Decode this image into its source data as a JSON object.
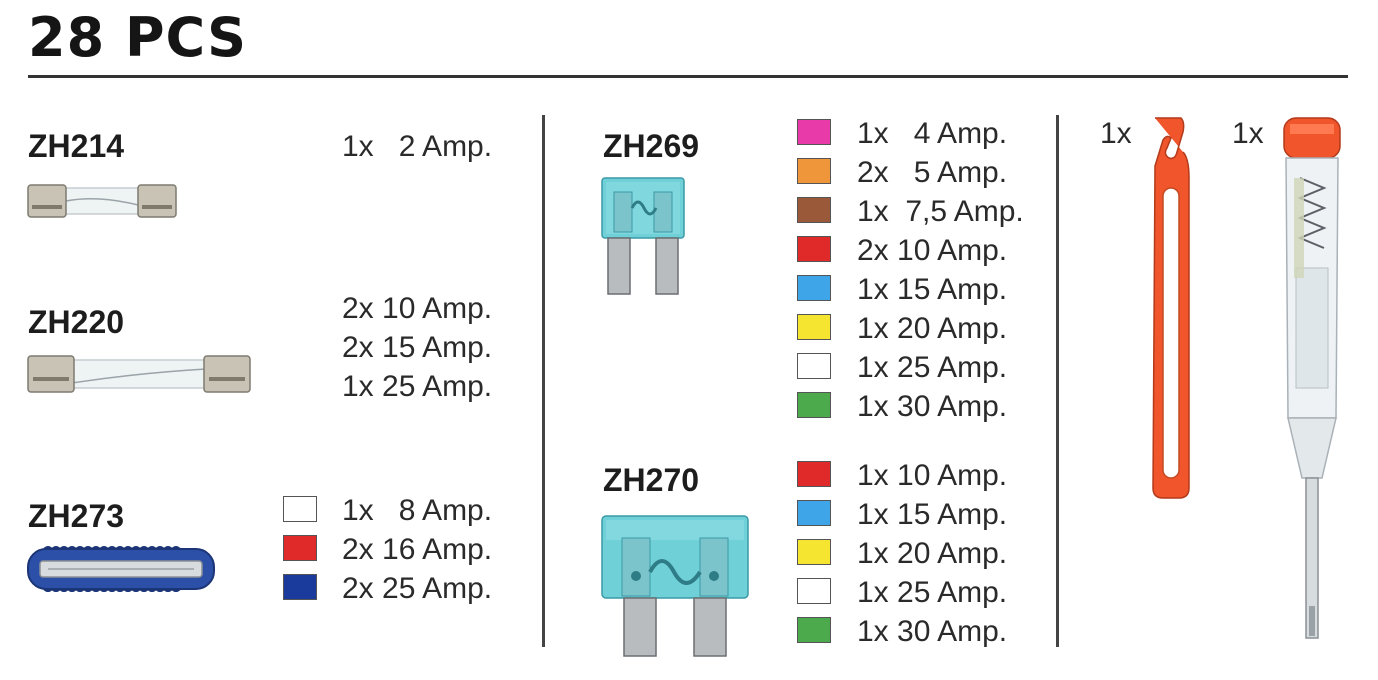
{
  "title": "28 PCS",
  "products": {
    "zh214": {
      "code": "ZH214",
      "lines": [
        "1x   2 Amp."
      ]
    },
    "zh220": {
      "code": "ZH220",
      "lines": [
        "2x 10 Amp.",
        "2x 15 Amp.",
        "1x 25 Amp."
      ]
    },
    "zh273": {
      "code": "ZH273",
      "items": [
        {
          "text": "1x   8 Amp.",
          "color": "#ffffff"
        },
        {
          "text": "2x 16 Amp.",
          "color": "#e02a2a"
        },
        {
          "text": "2x 25 Amp.",
          "color": "#1a3a9c"
        }
      ]
    },
    "zh269": {
      "code": "ZH269",
      "items": [
        {
          "text": "1x   4 Amp.",
          "color": "#e83aa8"
        },
        {
          "text": "2x   5 Amp.",
          "color": "#f0963a"
        },
        {
          "text": "1x  7,5 Amp.",
          "color": "#9a5a3a"
        },
        {
          "text": "2x 10 Amp.",
          "color": "#e02a2a"
        },
        {
          "text": "1x 15 Amp.",
          "color": "#3ea6e8"
        },
        {
          "text": "1x 20 Amp.",
          "color": "#f5e430"
        },
        {
          "text": "1x 25 Amp.",
          "color": "#ffffff"
        },
        {
          "text": "1x 30 Amp.",
          "color": "#4caa4c"
        }
      ]
    },
    "zh270": {
      "code": "ZH270",
      "items": [
        {
          "text": "1x 10 Amp.",
          "color": "#e02a2a"
        },
        {
          "text": "1x 15 Amp.",
          "color": "#3ea6e8"
        },
        {
          "text": "1x 20 Amp.",
          "color": "#f5e430"
        },
        {
          "text": "1x 25 Amp.",
          "color": "#ffffff"
        },
        {
          "text": "1x 30 Amp.",
          "color": "#4caa4c"
        }
      ]
    },
    "fuse_puller": {
      "qty": "1x",
      "icon": "fuse-puller-icon",
      "color": "#f0552c"
    },
    "voltage_tester": {
      "qty": "1x",
      "icon": "voltage-tester-icon",
      "color": "#f0552c"
    }
  }
}
